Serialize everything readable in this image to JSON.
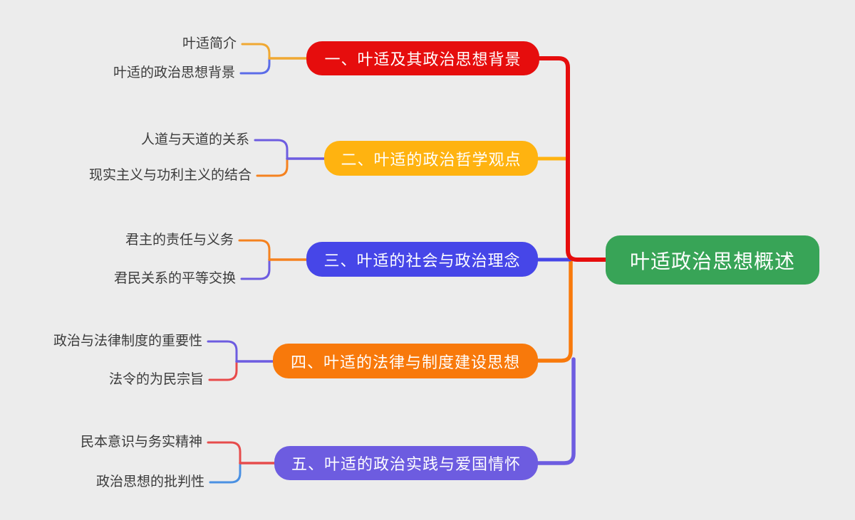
{
  "app": {
    "type": "mindmap",
    "background_color": "#ececec"
  },
  "mindmap": {
    "root": {
      "label": "叶适政治思想概述",
      "color": "#38a457"
    },
    "branches": [
      {
        "label": "一、叶适及其政治思想背景",
        "color": "#e60d0d",
        "branch_line_color": "#f0a832",
        "children": [
          {
            "label": "叶适简介",
            "line_color": "#f0a832"
          },
          {
            "label": "叶适的政治思想背景",
            "line_color": "#5b6ce8"
          }
        ]
      },
      {
        "label": "二、叶适的政治哲学观点",
        "color": "#ffb310",
        "branch_line_color": "#6d5ce0",
        "children": [
          {
            "label": "人道与天道的关系",
            "line_color": "#6d5ce0"
          },
          {
            "label": "现实主义与功利主义的结合",
            "line_color": "#f5821f"
          }
        ]
      },
      {
        "label": "三、叶适的社会与政治理念",
        "color": "#4646e8",
        "branch_line_color": "#f5821f",
        "children": [
          {
            "label": "君主的责任与义务",
            "line_color": "#f5821f"
          },
          {
            "label": "君民关系的平等交换",
            "line_color": "#6d5ce0"
          }
        ]
      },
      {
        "label": "四、叶适的法律与制度建设思想",
        "color": "#f8790b",
        "branch_line_color": "#6d5ce0",
        "children": [
          {
            "label": "政治与法律制度的重要性",
            "line_color": "#6d5ce0"
          },
          {
            "label": "法令的为民宗旨",
            "line_color": "#e84a4a"
          }
        ]
      },
      {
        "label": "五、叶适的政治实践与爱国情怀",
        "color": "#6d5ce0",
        "branch_line_color": "#e64c4c",
        "children": [
          {
            "label": "民本意识与务实精神",
            "line_color": "#e64c4c"
          },
          {
            "label": "政治思想的批判性",
            "line_color": "#4a90e2"
          }
        ]
      }
    ],
    "spine_colors": {
      "branch1_to_root": "#e60d0d",
      "branch2_stub": "#ffb310",
      "branch3_stub": "#4646e8",
      "branch4_to_root": "#f8790b",
      "branch5_to_root": "#6d5ce0"
    }
  }
}
